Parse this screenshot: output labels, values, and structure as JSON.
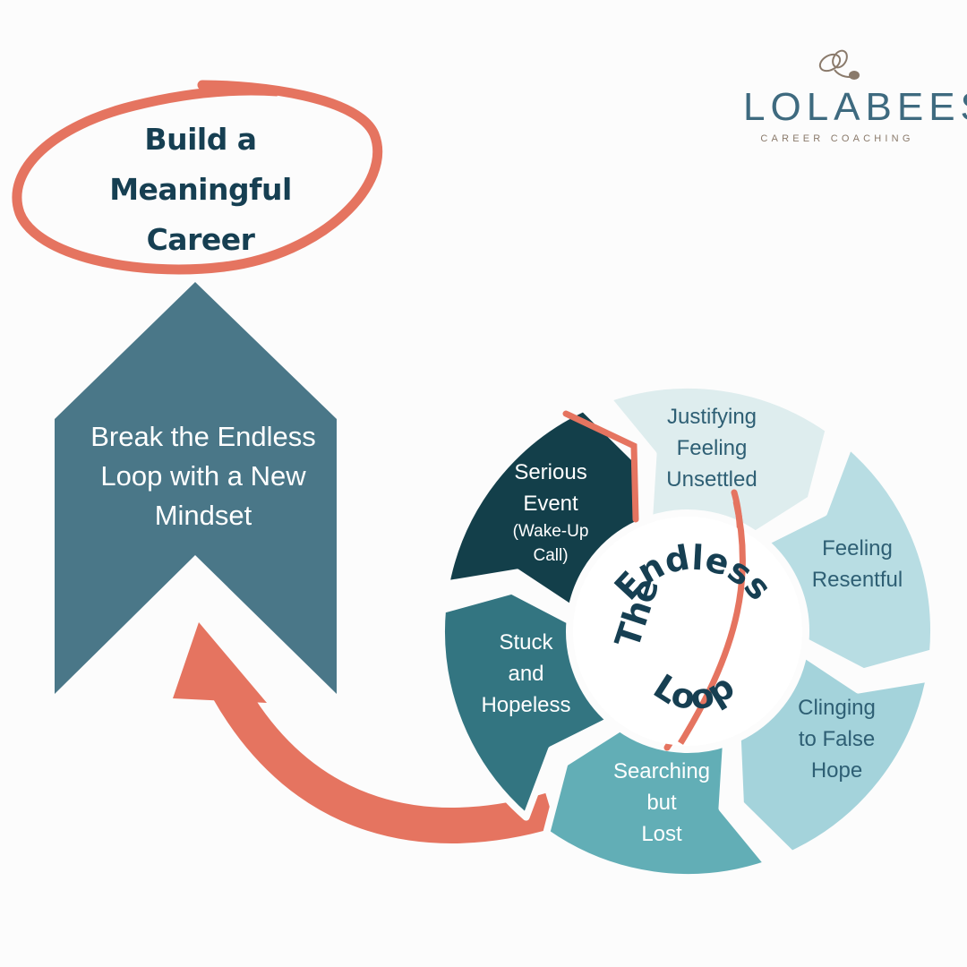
{
  "logo": {
    "name": "LOLABEES",
    "tagline": "CAREER COACHING"
  },
  "goal": {
    "title_lines": [
      "Build a",
      "Meaningful",
      "Career"
    ]
  },
  "up_arrow": {
    "text_lines": [
      "Break the Endless",
      "Loop with a New",
      "Mindset"
    ]
  },
  "loop": {
    "center_title": "The Endless",
    "center_title_word1": "The",
    "center_title_word2": "Endless",
    "center_title_word3": "Loop",
    "segments": [
      {
        "id": "justifying",
        "lines": [
          "Justifying",
          "Feeling",
          "Unsettled"
        ],
        "color": "#deedee",
        "text_color": "#2e5f74"
      },
      {
        "id": "resentful",
        "lines": [
          "Feeling",
          "Resentful"
        ],
        "color": "#b8dde3",
        "text_color": "#2e5f74"
      },
      {
        "id": "clinging",
        "lines": [
          "Clinging",
          "to False",
          "Hope"
        ],
        "color": "#a4d3db",
        "text_color": "#2e5f74"
      },
      {
        "id": "searching",
        "lines": [
          "Searching",
          "but",
          "Lost"
        ],
        "color": "#62aeb6",
        "text_color": "#ffffff"
      },
      {
        "id": "stuck",
        "lines": [
          "Stuck",
          "and",
          "Hopeless"
        ],
        "color": "#337581",
        "text_color": "#ffffff"
      },
      {
        "id": "serious",
        "lines": [
          "Serious",
          "Event"
        ],
        "note_lines": [
          "(Wake-Up",
          "Call)"
        ],
        "color": "#133f4a",
        "text_color": "#ffffff"
      }
    ]
  },
  "colors": {
    "coral": "#e57460",
    "arrow_blue": "#4a7788",
    "dark_teal": "#163f52"
  }
}
